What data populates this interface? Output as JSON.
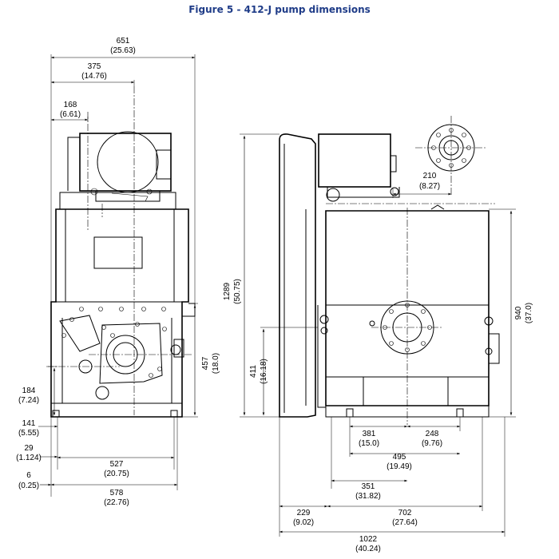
{
  "title": "Figure 5 - 412-J pump dimensions",
  "colors": {
    "title": "#1f3c88",
    "line": "#000000",
    "background": "#ffffff"
  },
  "dimensions": {
    "d651": {
      "mm": "651",
      "in": "(25.63)"
    },
    "d375": {
      "mm": "375",
      "in": "(14.76)"
    },
    "d168": {
      "mm": "168",
      "in": "(6.61)"
    },
    "d457": {
      "mm": "457",
      "in": "(18.0)"
    },
    "d184": {
      "mm": "184",
      "in": "(7.24)"
    },
    "d141": {
      "mm": "141",
      "in": "(5.55)"
    },
    "d29": {
      "mm": "29",
      "in": "(1.124)"
    },
    "d6": {
      "mm": "6",
      "in": "(0.25)"
    },
    "d527": {
      "mm": "527",
      "in": "(20.75)"
    },
    "d578": {
      "mm": "578",
      "in": "(22.76)"
    },
    "d1289": {
      "mm": "1289",
      "in": "(50.75)"
    },
    "d411": {
      "mm": "411",
      "in": "(16.18)"
    },
    "d940": {
      "mm": "940",
      "in": "(37.0)"
    },
    "d210": {
      "mm": "210",
      "in": "(8.27)"
    },
    "d381": {
      "mm": "381",
      "in": "(15.0)"
    },
    "d248": {
      "mm": "248",
      "in": "(9.76)"
    },
    "d495": {
      "mm": "495",
      "in": "(19.49)"
    },
    "d351": {
      "mm": "351",
      "in": "(31.82)"
    },
    "d229": {
      "mm": "229",
      "in": "(9.02)"
    },
    "d702": {
      "mm": "702",
      "in": "(27.64)"
    },
    "d1022": {
      "mm": "1022",
      "in": "(40.24)"
    }
  }
}
